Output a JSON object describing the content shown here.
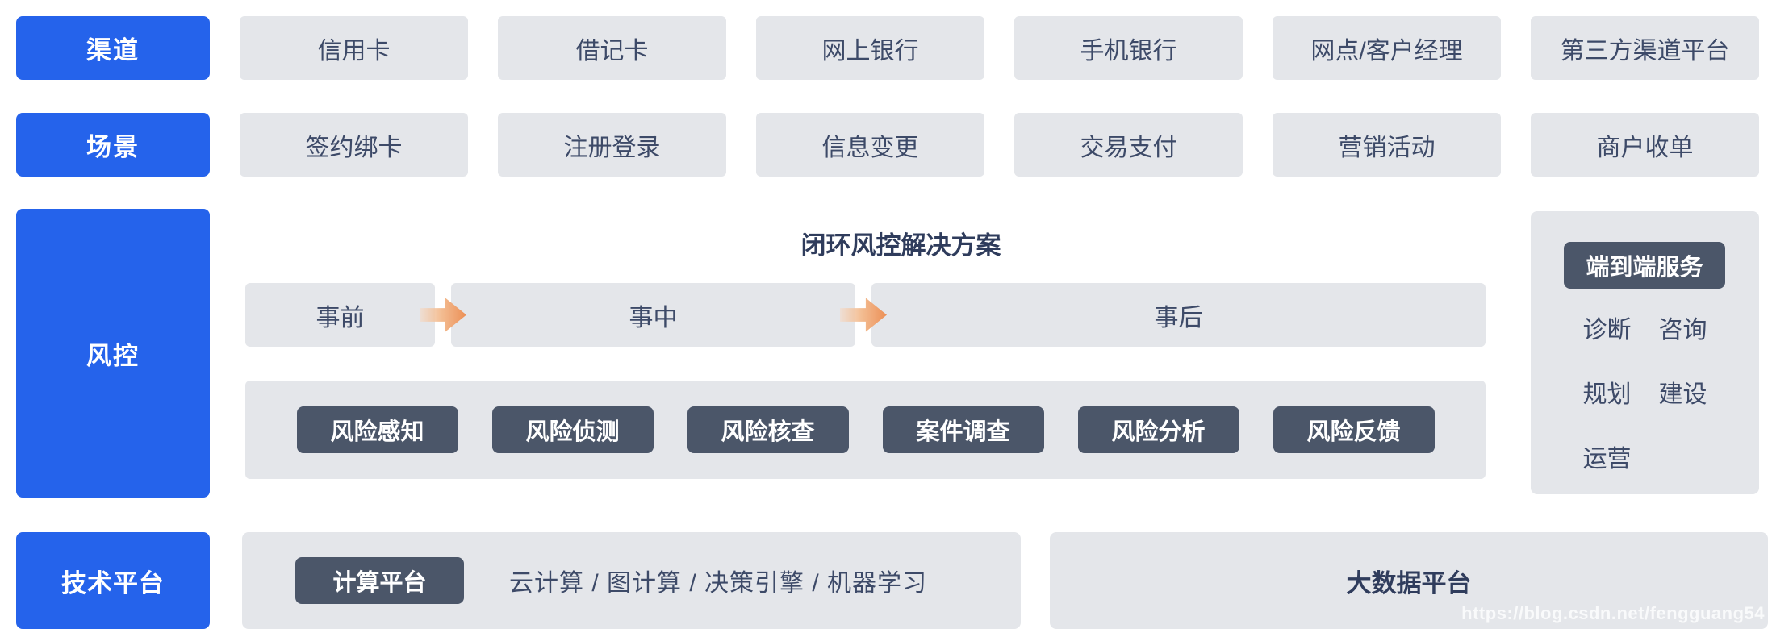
{
  "colors": {
    "accent_blue": "#2563EB",
    "box_gray": "#E4E6EA",
    "dark_slate": "#4B5669",
    "text_dark": "#3D4A68",
    "title_dark": "#2F3C5C",
    "arrow_orange": "#EC8F55",
    "arrow_peach": "#F6D9C4"
  },
  "rows": {
    "channels": {
      "label": "渠道",
      "items": [
        "信用卡",
        "借记卡",
        "网上银行",
        "手机银行",
        "网点/客户经理",
        "第三方渠道平台"
      ]
    },
    "scenarios": {
      "label": "场景",
      "items": [
        "签约绑卡",
        "注册登录",
        "信息变更",
        "交易支付",
        "营销活动",
        "商户收单"
      ]
    },
    "risk": {
      "label": "风控",
      "title": "闭环风控解决方案",
      "phases": [
        "事前",
        "事中",
        "事后"
      ],
      "capabilities": [
        "风险感知",
        "风险侦测",
        "风险核查",
        "案件调查",
        "风险分析",
        "风险反馈"
      ],
      "service_panel": {
        "header": "端到端服务",
        "words": [
          "诊断",
          "咨询",
          "规划",
          "建设",
          "运营"
        ]
      }
    },
    "tech": {
      "label": "技术平台",
      "compute_badge": "计算平台",
      "compute_desc": "云计算 / 图计算 / 决策引擎 / 机器学习",
      "bigdata": "大数据平台"
    }
  },
  "watermark": "https://blog.csdn.net/fengguang54"
}
